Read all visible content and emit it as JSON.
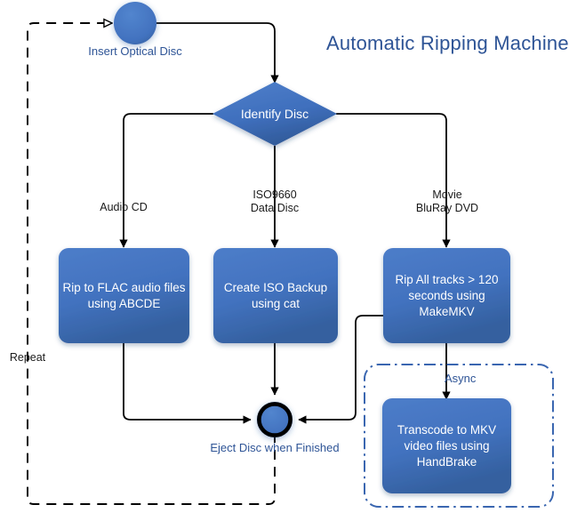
{
  "diagram": {
    "title": "Automatic Ripping Machine",
    "colors": {
      "node_fill_light": "#4A7BC8",
      "node_fill_dark": "#3562A8",
      "title_blue": "#2E5496",
      "label_blue": "#2E5496",
      "edge_black": "#000000",
      "async_border_blue": "#3A66B0",
      "background": "#FFFFFF"
    },
    "start_node": {
      "name": "start-circle",
      "caption": "Insert Optical Disc"
    },
    "decision": {
      "label": "Identify Disc"
    },
    "branches": [
      {
        "key": "audio",
        "label": "Audio CD"
      },
      {
        "key": "data",
        "label": "ISO9660\nData Disc"
      },
      {
        "key": "movie",
        "label": "Movie\nBluRay DVD"
      }
    ],
    "processes": [
      {
        "key": "flac",
        "label": "Rip to FLAC audio files using ABCDE"
      },
      {
        "key": "iso",
        "label": "Create ISO Backup using cat"
      },
      {
        "key": "makemkv",
        "label": "Rip All tracks > 120 seconds using MakeMKV"
      },
      {
        "key": "handbrake",
        "label": "Transcode to MKV video files using HandBrake"
      }
    ],
    "async_group": {
      "label": "Async"
    },
    "end_node": {
      "name": "eject-circle",
      "caption": "Eject Disc when Finished"
    },
    "repeat_loop": {
      "label": "Repeat"
    }
  }
}
